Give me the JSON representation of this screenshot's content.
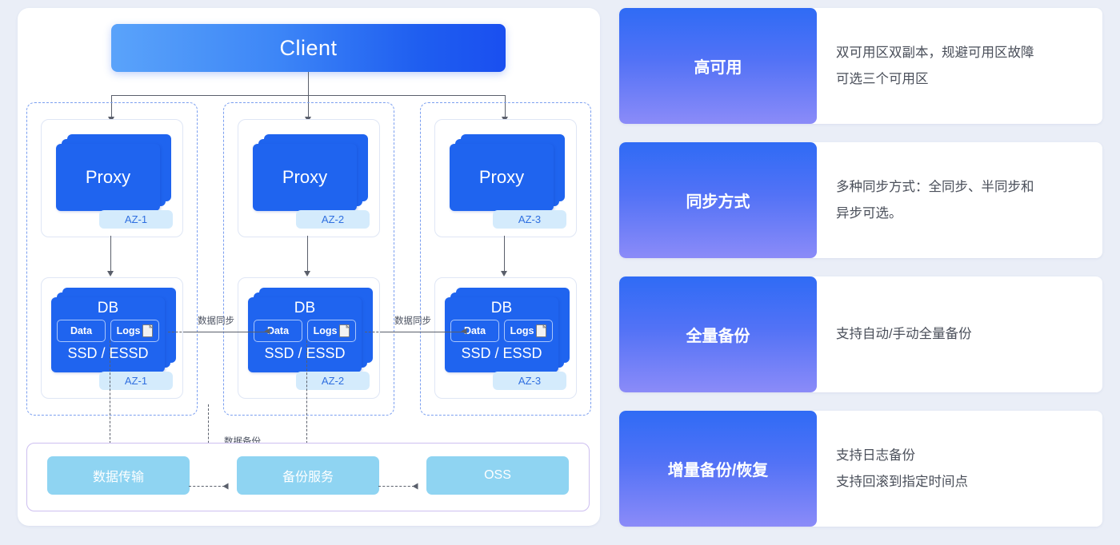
{
  "diagram": {
    "client": {
      "label": "Client"
    },
    "columns": [
      {
        "proxy": {
          "label": "Proxy",
          "az": "AZ-1"
        },
        "db": {
          "title": "DB",
          "data_label": "Data",
          "logs_label": "Logs",
          "logs_icon": "document-icon",
          "storage": "SSD / ESSD",
          "az": "AZ-1"
        }
      },
      {
        "proxy": {
          "label": "Proxy",
          "az": "AZ-2"
        },
        "db": {
          "title": "DB",
          "data_label": "Data",
          "logs_label": "Logs",
          "logs_icon": "document-icon",
          "storage": "SSD / ESSD",
          "az": "AZ-2"
        }
      },
      {
        "proxy": {
          "label": "Proxy",
          "az": "AZ-3"
        },
        "db": {
          "title": "DB",
          "data_label": "Data",
          "logs_label": "Logs",
          "logs_icon": "document-icon",
          "storage": "SSD / ESSD",
          "az": "AZ-3"
        }
      }
    ],
    "sync_label_1": "数据同步",
    "sync_label_2": "数据同步",
    "backup_label": "数据备份",
    "services": [
      {
        "label": "数据传输"
      },
      {
        "label": "备份服务"
      },
      {
        "label": "OSS"
      }
    ]
  },
  "features": [
    {
      "title": "高可用",
      "lines": [
        "双可用区双副本，规避可用区故障",
        "可选三个可用区"
      ]
    },
    {
      "title": "同步方式",
      "lines": [
        "多种同步方式：全同步、半同步和",
        "异步可选。"
      ]
    },
    {
      "title": "全量备份",
      "lines": [
        "支持自动/手动全量备份"
      ]
    },
    {
      "title": "增量备份/恢复",
      "lines": [
        "支持日志备份",
        "支持回滚到指定时间点"
      ]
    }
  ],
  "colors": {
    "page_bg": "#eaeef7",
    "accent_blue": "#1f64ef",
    "client_gradient_start": "#5aa3fa",
    "client_gradient_end": "#1a4ff0",
    "az_badge_bg": "#d4ebfc",
    "az_badge_text": "#2f6fe0",
    "service_box": "#8fd4f2",
    "card_gradient_start": "#2f6bf5",
    "card_gradient_end": "#8b8bf8",
    "dashed_border": "#7b9ff0"
  }
}
